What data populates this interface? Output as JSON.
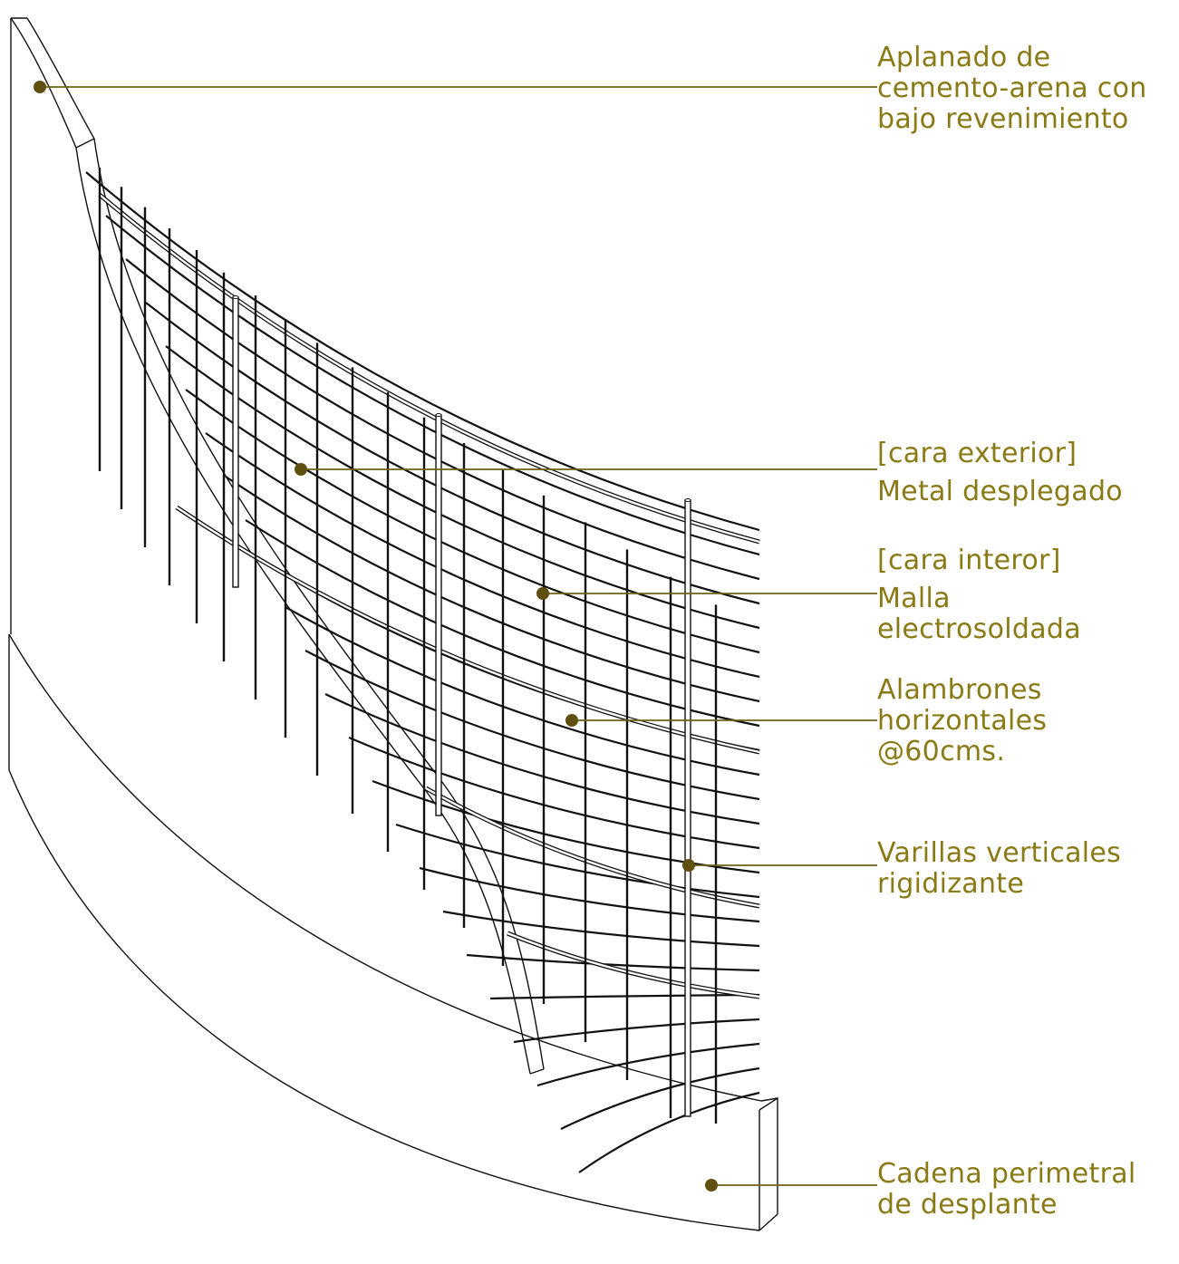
{
  "colors": {
    "leader": "#6e6016",
    "dot": "#5f5010",
    "text": "#8a7a16",
    "wire": "#111111",
    "outline": "#111111"
  },
  "labels": [
    {
      "id": "plaster",
      "lines": [
        "Aplanado de",
        "cemento-arena con",
        "bajo revenimiento"
      ]
    },
    {
      "id": "metal-lath",
      "lines": [
        "[cara exterior]",
        "Metal desplegado"
      ]
    },
    {
      "id": "welded-mesh",
      "lines": [
        "[cara interor]",
        "Malla",
        "electrosoldada"
      ]
    },
    {
      "id": "horizontal-wires",
      "lines": [
        "Alambrones",
        "horizontales",
        "@60cms."
      ]
    },
    {
      "id": "vertical-rods",
      "lines": [
        "Varillas verticales",
        "rigidizante"
      ]
    },
    {
      "id": "ring-beam",
      "lines": [
        "Cadena perimetral",
        "de desplante"
      ]
    }
  ]
}
